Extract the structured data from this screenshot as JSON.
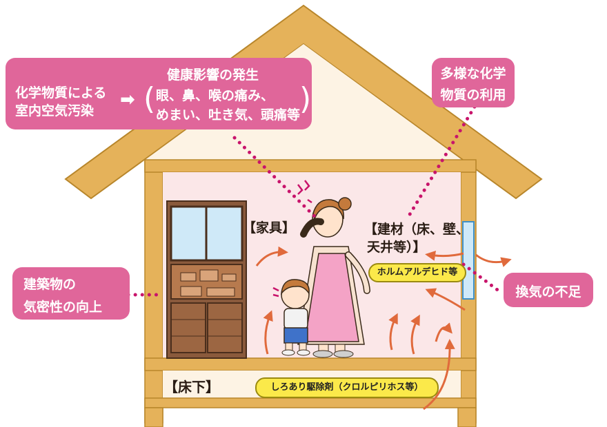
{
  "colors": {
    "roof": "#e5b25a",
    "roof_outline": "#b8862b",
    "interior": "#fbe7e8",
    "callout": "#e0669a",
    "dots": "#c8146b",
    "arrow": "#e06a3c",
    "tag": "#fbe94a"
  },
  "callouts": {
    "indoor_pollution": {
      "line1": "化学物質による",
      "line2": "室内空気汚染",
      "effects_title": "健康影響の発生",
      "effects_line1": "眼、鼻、喉の痛み、",
      "effects_line2": "めまい、吐き気、頭痛等"
    },
    "chemicals_use": {
      "line1": "多様な化学",
      "line2": "物質の利用"
    },
    "airtightness": {
      "line1": "建築物の",
      "line2": "気密性の向上"
    },
    "ventilation": {
      "label": "換気の不足"
    }
  },
  "labels": {
    "furniture": "【家具】",
    "building_materials_line1": "【建材（床、壁、",
    "building_materials_line2": "天井等）】",
    "underfloor": "【床下】"
  },
  "tags": {
    "formaldehyde": "ホルムアルデヒド等",
    "termiticide": "しろあり駆除剤（クロルピリホス等）"
  },
  "icons": {
    "arrow_symbol": "right-arrow-icon",
    "dizzy": "dizzy-marks-icon"
  }
}
